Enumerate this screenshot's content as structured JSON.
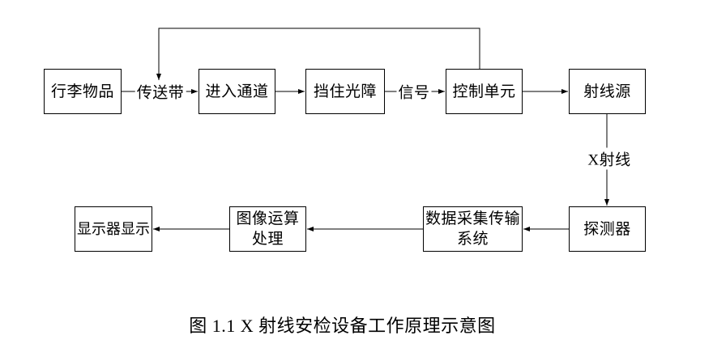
{
  "colors": {
    "line": "#000000",
    "background": "#ffffff"
  },
  "diagram": {
    "nodes": {
      "luggage": {
        "label": "行李物品"
      },
      "enter_channel": {
        "label": "进入通道"
      },
      "block_barrier": {
        "label": "挡住光障"
      },
      "control_unit": {
        "label": "控制单元"
      },
      "ray_source": {
        "label": "射线源"
      },
      "detector": {
        "label": "探测器"
      },
      "data_acquisition": {
        "label": "数据采集传输系统"
      },
      "image_processing": {
        "label": "图像运算处理"
      },
      "monitor": {
        "label": "显示器显示"
      }
    },
    "edge_labels": {
      "conveyor": "传送带",
      "signal": "信号",
      "xray": "X射线"
    },
    "caption": "图 1.1 X 射线安检设备工作原理示意图"
  }
}
